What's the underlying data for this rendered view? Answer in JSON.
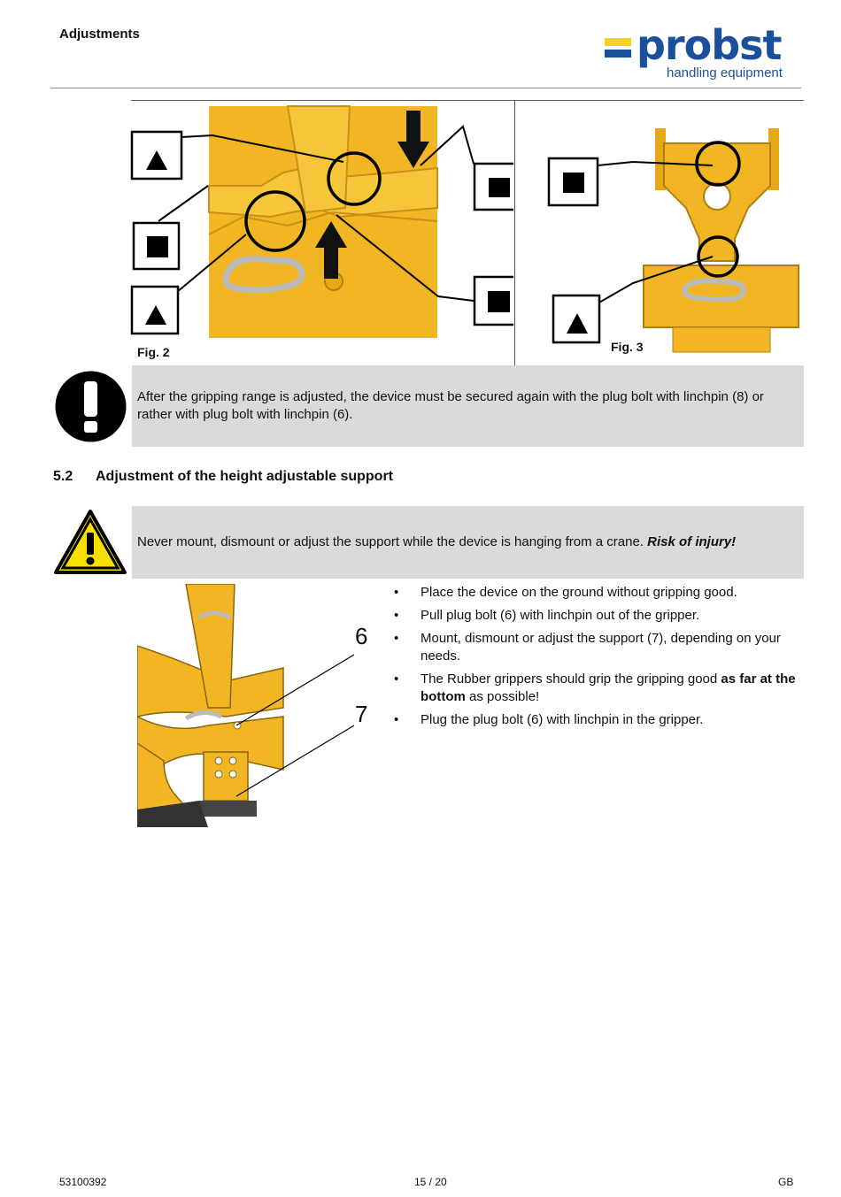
{
  "header": {
    "title": "Adjustments",
    "logo": {
      "word": "probst",
      "tagline": "handling equipment",
      "colors": {
        "blue": "#1a4f9c",
        "yellow": "#f6d21e"
      }
    }
  },
  "figures": {
    "fig2_caption": "Fig. 2",
    "fig3_caption": "Fig. 3"
  },
  "notice_info": {
    "icon": "exclamation-icon",
    "text": "After the gripping range is adjusted, the device must be secured again with the plug bolt with linchpin (8) or rather with plug bolt with linchpin (6)."
  },
  "section": {
    "number": "5.2",
    "title": "Adjustment of the height adjustable support"
  },
  "notice_warning": {
    "icon": "warning-triangle-icon",
    "text": "Never mount, dismount or adjust the support while the device is hanging from a crane.",
    "emphasis": "Risk of injury!"
  },
  "support_figure": {
    "label_6": "6",
    "label_7": "7"
  },
  "steps": [
    {
      "text": "Place the device on the ground without gripping good."
    },
    {
      "text": "Pull plug bolt (6) with linchpin out of the gripper."
    },
    {
      "text": "Mount, dismount or adjust the support (7), depending on your needs."
    },
    {
      "pre": "The Rubber grippers should grip the gripping good ",
      "bold": "as far at the bottom",
      "post": " as possible!"
    },
    {
      "text": "Plug the plug bolt (6) with linchpin in the gripper."
    }
  ],
  "footer": {
    "doc_number": "53100392",
    "page": "15 / 20",
    "lang": "GB"
  }
}
